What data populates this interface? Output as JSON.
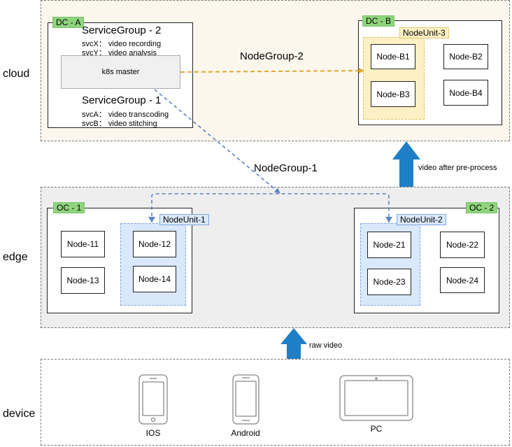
{
  "layers": {
    "cloud": "cloud",
    "edge": "edge",
    "device": "device"
  },
  "dc_a": {
    "tag": "DC - A",
    "service_group_2": {
      "title": "ServiceGroup - 2",
      "svc_x": "svcX： video recording",
      "svc_y": "svcY： video analysis"
    },
    "master": "k8s master",
    "service_group_1": {
      "title": "ServiceGroup - 1",
      "svc_a": "svcA： video transcoding",
      "svc_b": "svcB： video stitching"
    }
  },
  "dc_b": {
    "tag": "DC - B",
    "unit": "NodeUnit-3",
    "nodes": [
      "Node-B1",
      "Node-B2",
      "Node-B3",
      "Node-B4"
    ]
  },
  "oc_1": {
    "tag": "OC - 1",
    "unit": "NodeUnit-1",
    "nodes": [
      "Node-11",
      "Node-12",
      "Node-13",
      "Node-14"
    ]
  },
  "oc_2": {
    "tag": "OC - 2",
    "unit": "NodeUnit-2",
    "nodes": [
      "Node-21",
      "Node-22",
      "Node-23",
      "Node-24"
    ]
  },
  "groups": {
    "node_group_2": "NodeGroup-2",
    "node_group_1": "NodeGroup-1"
  },
  "flows": {
    "edge_to_cloud": "video after pre-process",
    "device_to_edge": "raw video"
  },
  "devices": [
    "IOS",
    "Android",
    "PC"
  ],
  "colors": {
    "cloud_bg": "#fbf7ec",
    "edge_bg": "#eeeeee",
    "tag_green": "#8fd47d",
    "unit_yellow": "#fdf0c4",
    "unit_blue": "#d9e8fb",
    "arrow_blue": "#1f7fc6",
    "dashed_orange": "#e0a830",
    "dashed_blue": "#5a84c4"
  }
}
